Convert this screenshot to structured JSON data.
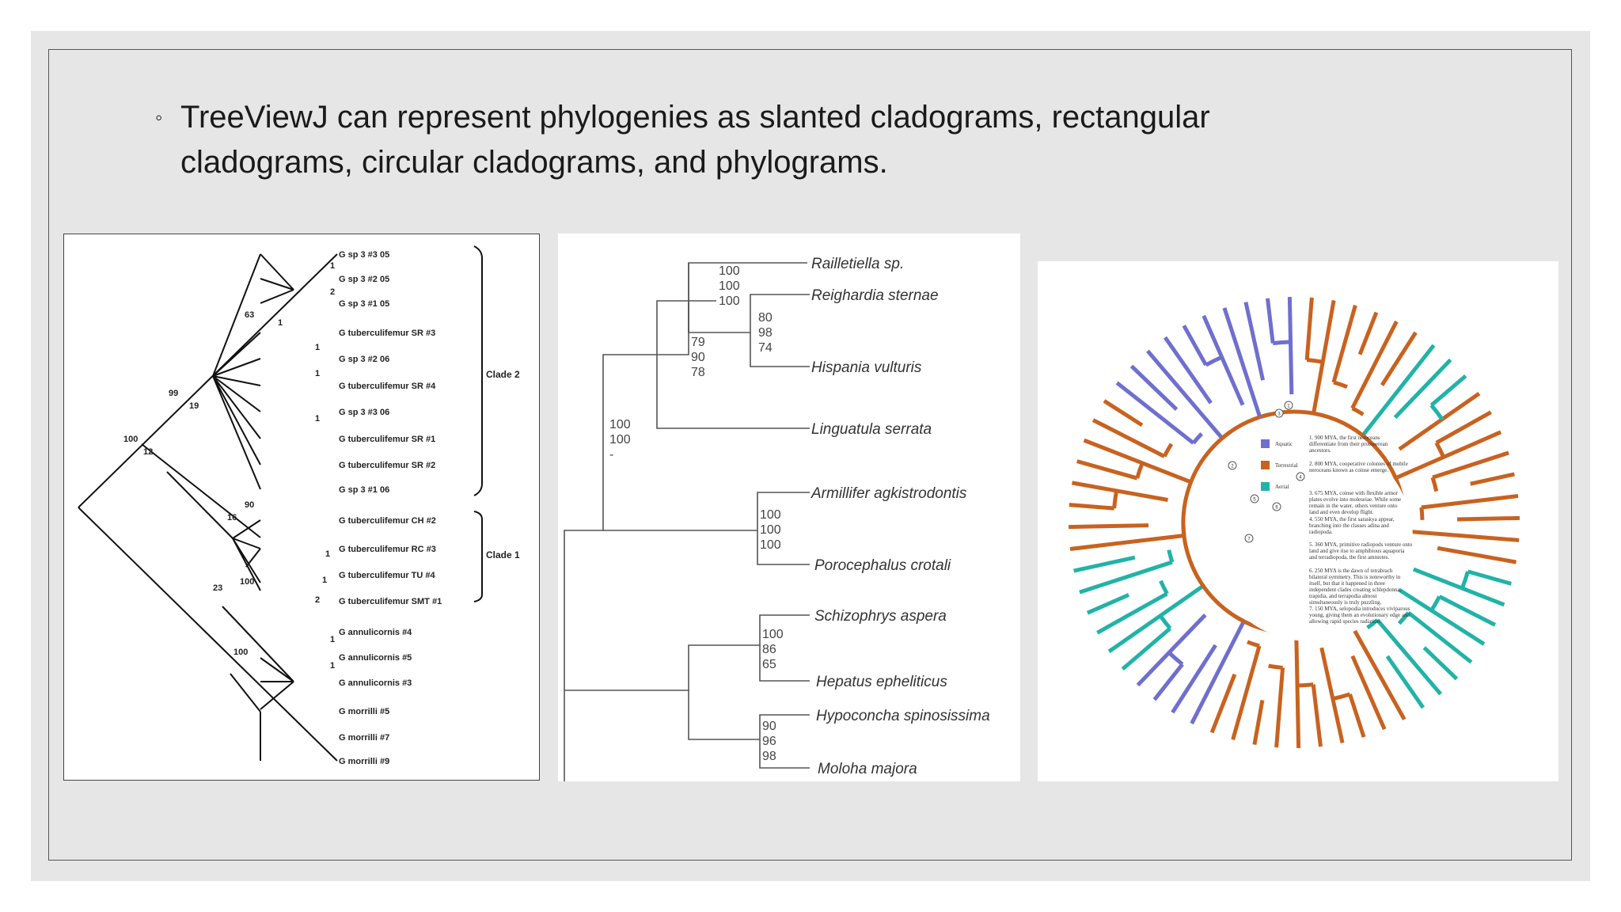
{
  "slide": {
    "bullet_mark": "◦",
    "bullet_text": "TreeViewJ can represent phylogenies as slanted cladograms, rectangular cladograms, circular cladograms, and phylograms."
  },
  "slanted_tree": {
    "taxa": [
      "G sp 3 #3 05",
      "G sp 3 #2 05",
      "G sp 3 #1 05",
      "G tuberculifemur SR #3",
      "G sp 3 #2 06",
      "G tuberculifemur SR #4",
      "G sp 3 #3 06",
      "G tuberculifemur SR #1",
      "G tuberculifemur SR #2",
      "G sp 3 #1 06",
      "G tuberculifemur CH #2",
      "G tuberculifemur RC #3",
      "G tuberculifemur TU #4",
      "G tuberculifemur SMT #1",
      "G annulicornis #4",
      "G annulicornis #5",
      "G annulicornis #3",
      "G morrilli #5",
      "G morrilli #7",
      "G morrilli #9"
    ],
    "clades": [
      "Clade 2",
      "Clade 1"
    ],
    "supports": [
      "63",
      "1",
      "1",
      "2",
      "1",
      "1",
      "1",
      "99",
      "19",
      "100",
      "12",
      "90",
      "16",
      "1",
      "1",
      "2",
      "100",
      "23",
      "100",
      "1",
      "1"
    ]
  },
  "rect_tree": {
    "taxa": [
      "Railletiella sp.",
      "Reighardia sternae",
      "Hispania vulturis",
      "Linguatula serrata",
      "Armillifer agkistrodontis",
      "Porocephalus crotali",
      "Schizophrys aspera",
      "Hepatus epheliticus",
      "Hypoconcha spinosissima",
      "Moloha majora"
    ],
    "supports": {
      "a": [
        "100",
        "100",
        "100"
      ],
      "b": [
        "80",
        "98",
        "74"
      ],
      "c": [
        "79",
        "90",
        "78"
      ],
      "d": [
        "100",
        "100",
        "-"
      ],
      "e": [
        "100",
        "100",
        "100"
      ],
      "f": [
        "100",
        "86",
        "65"
      ],
      "g": [
        "90",
        "96",
        "98"
      ]
    }
  },
  "circular_tree": {
    "legend": [
      {
        "label": "Aquatic",
        "color": "#6f6fcf"
      },
      {
        "label": "Terrestrial",
        "color": "#c9621f"
      },
      {
        "label": "Aerial",
        "color": "#21b3a8"
      }
    ],
    "notes": [
      "1. 900 MYA, the first neroceans differentiate from their protonerean ancestors.",
      "2. 800 MYA, cooperative colonies of mobile neroceans known as coinse emerge.",
      "3. 675 MYA, coinse with flexible armor plates evolve into moleseiae. While some remain in the water, others venture onto land and even develop flight.",
      "4. 550 MYA, the first saraskya appear, branching into the classes adina and radiopoda.",
      "5. 360 MYA, primitive radiopods venture onto land and give rise to amphibious aquaporia and terradiopoda, the first amniotes.",
      "6. 250 MYA is the dawn of tetrabrach bilateral symmetry. This is noteworthy in itself, but that it happened in three independent clades creating schlepdonna, trapidia, and terrapodia almost simultaneously is truly puzzling.",
      "7. 150 MYA, selopodia introduces viviparous young, giving them an evolutionary edge and allowing rapid species radiation."
    ],
    "node_labels": [
      "1",
      "2",
      "3",
      "4",
      "5",
      "6",
      "7"
    ]
  }
}
